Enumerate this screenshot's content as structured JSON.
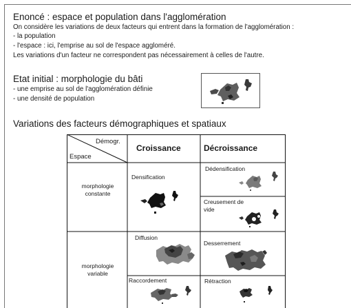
{
  "heading": "Enoncé : espace et population dans l'agglomération",
  "intro_lines": [
    "On considère les variations de deux facteurs qui entrent dans la formation de l'agglomération :",
    "- la population",
    "- l'espace : ici, l'emprise au sol de l'espace aggloméré.",
    "Les variations d'un facteur ne correspondent pas nécessairement à celles de l'autre."
  ],
  "etat_title": "Etat initial : morphologie du bâti",
  "etat_lines": [
    "- une emprise au sol de l'agglomération définie",
    "- une densité de population"
  ],
  "variations_title": "Variations des facteurs démographiques et spatiaux",
  "table": {
    "corner_top": "Démogr.",
    "corner_bottom": "Espace",
    "col_croissance": "Croissance",
    "col_decroissance": "Décroissance",
    "row_constante": "morphologie constante",
    "row_variable": "morphologie variable",
    "cells": {
      "densification": "Densification",
      "dedensification": "Dédensification",
      "creusement": "Creusement de vide",
      "diffusion": "Diffusion",
      "desserrement": "Desserrement",
      "raccordement": "Raccordement",
      "retraction": "Rétraction"
    }
  },
  "colors": {
    "dark_blob": "#2b2b2b",
    "mid_blob": "#5c5c5c",
    "light_blob": "#8c8c8c"
  },
  "icons": [
    "agglomeration-shape-icon"
  ]
}
